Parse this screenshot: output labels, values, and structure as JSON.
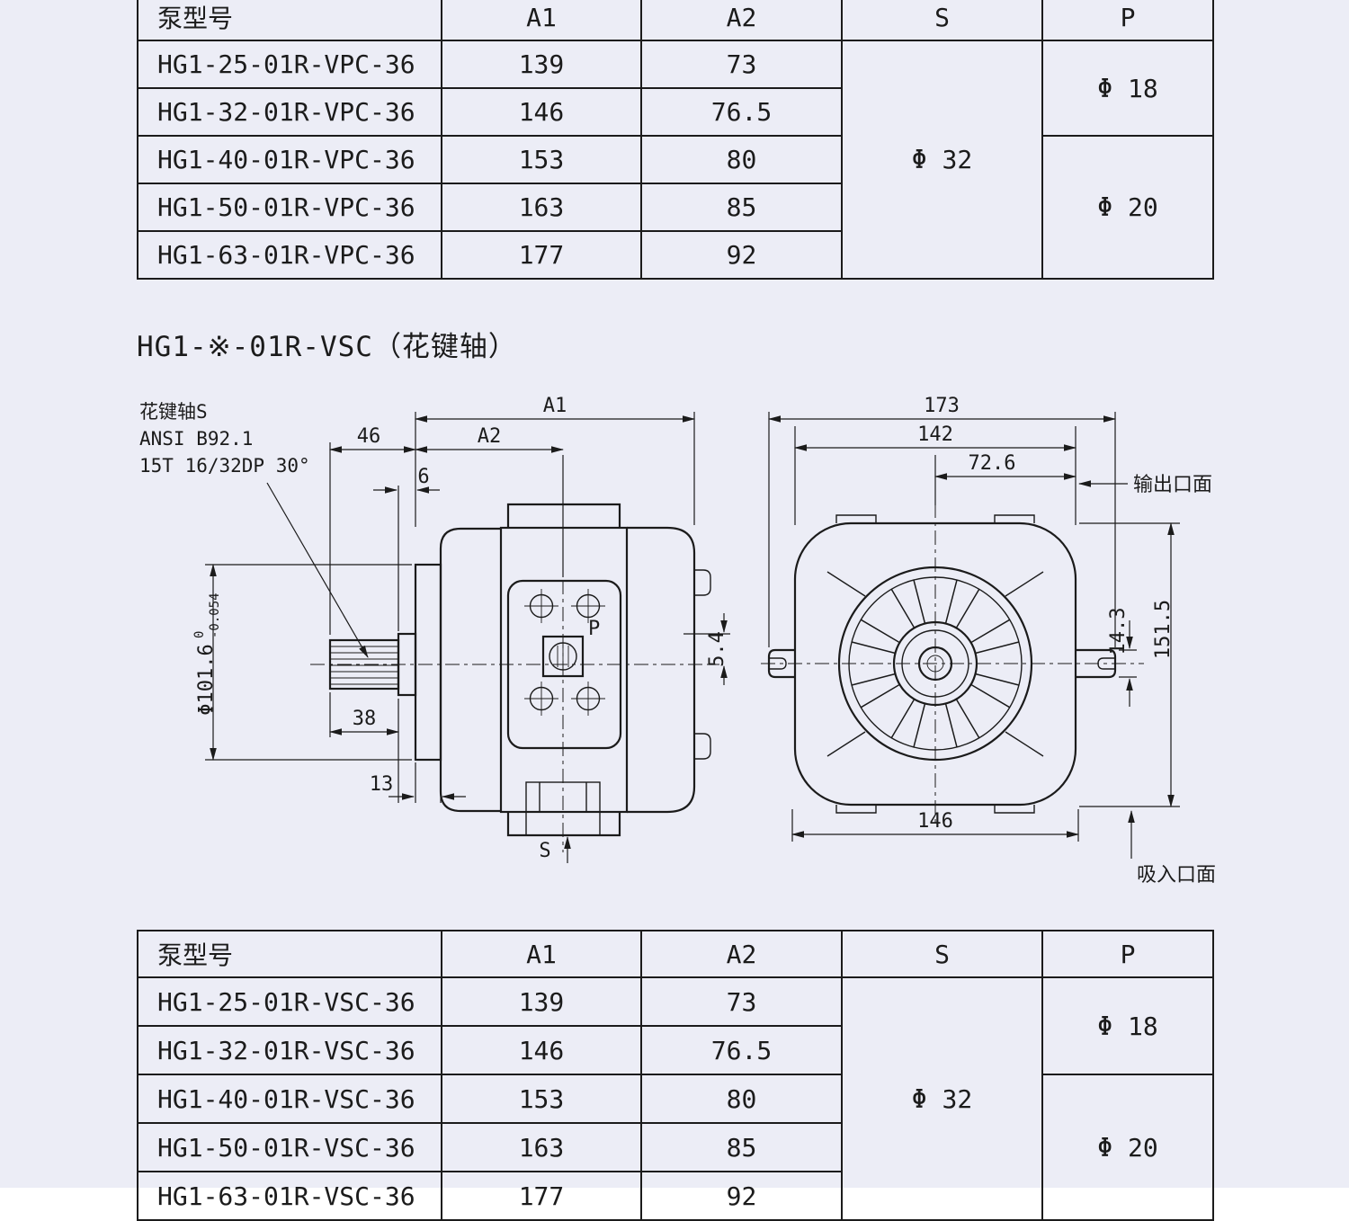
{
  "section": {
    "title": "HG1-※-01R-VSC（花键轴）"
  },
  "tables": {
    "top": {
      "headers": {
        "model": "泵型号",
        "a1": "A1",
        "a2": "A2",
        "s": "S",
        "p": "P"
      },
      "rows": [
        {
          "model": "HG1-25-01R-VPC-36",
          "a1": "139",
          "a2": "73"
        },
        {
          "model": "HG1-32-01R-VPC-36",
          "a1": "146",
          "a2": "76.5"
        },
        {
          "model": "HG1-40-01R-VPC-36",
          "a1": "153",
          "a2": "80"
        },
        {
          "model": "HG1-50-01R-VPC-36",
          "a1": "163",
          "a2": "85"
        },
        {
          "model": "HG1-63-01R-VPC-36",
          "a1": "177",
          "a2": "92"
        }
      ],
      "s_value": "Φ 32",
      "p_top": "Φ 18",
      "p_bottom": "Φ 20"
    },
    "bottom": {
      "headers": {
        "model": "泵型号",
        "a1": "A1",
        "a2": "A2",
        "s": "S",
        "p": "P"
      },
      "rows": [
        {
          "model": "HG1-25-01R-VSC-36",
          "a1": "139",
          "a2": "73"
        },
        {
          "model": "HG1-32-01R-VSC-36",
          "a1": "146",
          "a2": "76.5"
        },
        {
          "model": "HG1-40-01R-VSC-36",
          "a1": "153",
          "a2": "80"
        },
        {
          "model": "HG1-50-01R-VSC-36",
          "a1": "163",
          "a2": "85"
        },
        {
          "model": "HG1-63-01R-VSC-36",
          "a1": "177",
          "a2": "92"
        }
      ],
      "s_value": "Φ 32",
      "p_top": "Φ 18",
      "p_bottom": "Φ 20"
    }
  },
  "drawing": {
    "side": {
      "note1": "花键轴S",
      "note2": "ANSI B92.1",
      "note3": "15T 16/32DP 30°",
      "a1": "A1",
      "a2": "A2",
      "d46": "46",
      "d6": "6",
      "pilot": "Φ101.6",
      "pilot_tol_up": "0",
      "pilot_tol_low": "-0.054",
      "d38": "38",
      "d13": "13",
      "d54": "5.4",
      "p": "P",
      "s": "S"
    },
    "front": {
      "d173": "173",
      "d142": "142",
      "d726": "72.6",
      "d143": "14.3",
      "d1515": "151.5",
      "d146": "146",
      "outlet": "输出口面",
      "inlet": "吸入口面"
    }
  }
}
